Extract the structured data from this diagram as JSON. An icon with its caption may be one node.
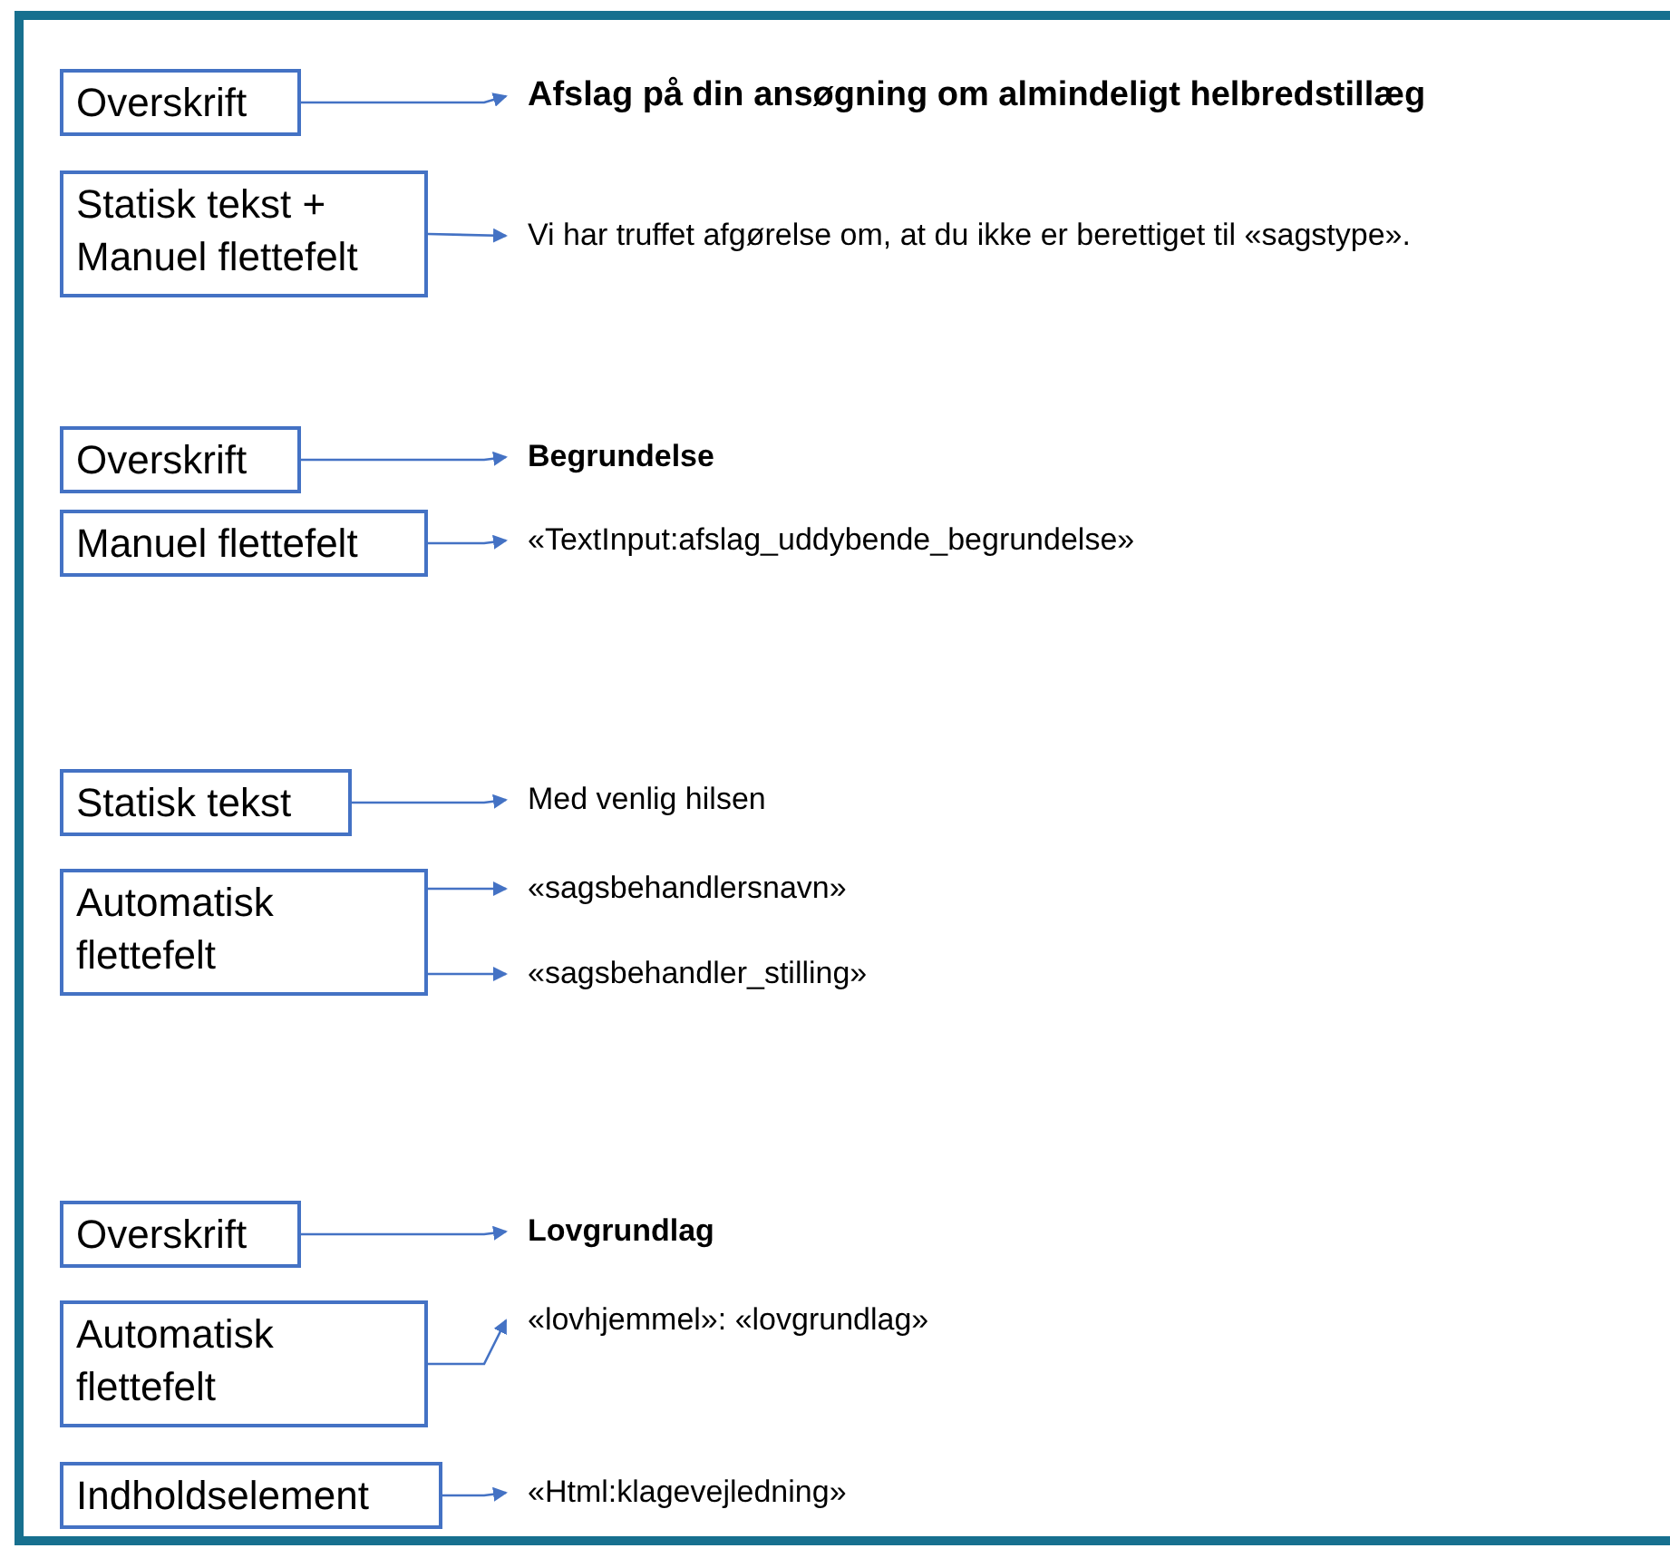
{
  "diagram": {
    "nodes": [
      {
        "text": [
          "Overskrift"
        ]
      },
      {
        "text": [
          "Afslag på din ansøgning om almindeligt helbredstillæg"
        ]
      },
      {
        "text": [
          "Statisk tekst + Manuel flettefelt"
        ]
      },
      {
        "text": [
          "Vi har truffet afgørelse om, at du ikke er berettiget til «sagstype»."
        ]
      },
      {
        "text": [
          "Overskrift"
        ]
      },
      {
        "text": [
          "Begrundelse"
        ]
      },
      {
        "text": [
          "Manuel flettefelt"
        ]
      },
      {
        "text": [
          "«TextInput:afslag_uddybende_begrundelse»"
        ]
      },
      {
        "text": [
          "Statisk tekst"
        ]
      },
      {
        "text": [
          "Med venlig hilsen"
        ]
      },
      {
        "text": [
          "Automatisk flettefelt"
        ]
      },
      {
        "text": [
          "«sagsbehandlersnavn»"
        ]
      },
      {
        "text": [
          "«sagsbehandler_stilling»"
        ]
      },
      {
        "text": [
          "Overskrift"
        ]
      },
      {
        "text": [
          "Lovgrundlag"
        ]
      },
      {
        "text": [
          "Automatisk flettefelt"
        ]
      },
      {
        "text": [
          "«lovhjemmel»: «lovgrundlag»"
        ]
      },
      {
        "text": [
          "Indholdselement"
        ]
      },
      {
        "text": [
          "«Html:klagevejledning»"
        ]
      }
    ],
    "edges": [
      {
        "from": 0,
        "to": 1,
        "arrow": "to"
      },
      {
        "from": 2,
        "to": 3,
        "arrow": "to"
      },
      {
        "from": 4,
        "to": 5,
        "arrow": "to"
      },
      {
        "from": 6,
        "to": 7,
        "arrow": "to"
      },
      {
        "from": 8,
        "to": 9,
        "arrow": "to"
      },
      {
        "from": 10,
        "to": 11,
        "arrow": "to"
      },
      {
        "from": 10,
        "to": 12,
        "arrow": "to"
      },
      {
        "from": 13,
        "to": 14,
        "arrow": "to"
      },
      {
        "from": 15,
        "to": 16,
        "arrow": "to"
      },
      {
        "from": 17,
        "to": 18,
        "arrow": "to"
      }
    ]
  }
}
